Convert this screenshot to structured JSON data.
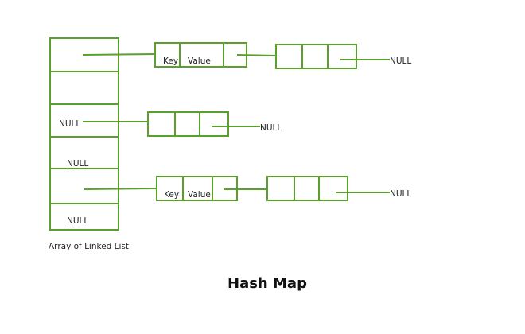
{
  "title": "Hash Map",
  "array_caption": "Array of Linked List",
  "colors": {
    "stroke": "#5aa02c",
    "text": "#222222"
  },
  "null_label": "NULL",
  "array": {
    "slots": [
      {
        "label": "",
        "points_to_chain": 0
      },
      {
        "label": "",
        "points_to_chain": null
      },
      {
        "label": "NULL",
        "points_to_chain": 1
      },
      {
        "label": "NULL",
        "points_to_chain": null
      },
      {
        "label": "",
        "points_to_chain": 2
      },
      {
        "label": "NULL",
        "points_to_chain": null
      }
    ]
  },
  "chains": [
    {
      "nodes": [
        {
          "key": "Key",
          "value": "Value"
        },
        {
          "key": "",
          "value": ""
        }
      ],
      "terminal": "NULL"
    },
    {
      "nodes": [
        {
          "key": "",
          "value": ""
        }
      ],
      "terminal": "NULL"
    },
    {
      "nodes": [
        {
          "key": "Key",
          "value": "Value"
        },
        {
          "key": "",
          "value": ""
        }
      ],
      "terminal": "NULL"
    }
  ]
}
